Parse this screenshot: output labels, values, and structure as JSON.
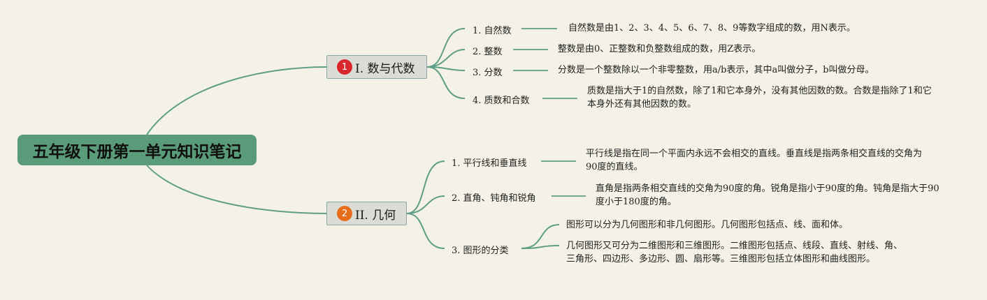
{
  "root": {
    "title": "五年级下册第一单元知识笔记"
  },
  "branches": [
    {
      "badge": "1",
      "title": "I. 数与代数",
      "topics": [
        {
          "label": "1. 自然数",
          "desc": "自然数是由1、2、3、4、5、6、7、8、9等数字组成的数，用N表示。"
        },
        {
          "label": "2. 整数",
          "desc": "整数是由0、正整数和负整数组成的数，用Z表示。"
        },
        {
          "label": "3. 分数",
          "desc": "分数是一个整数除以一个非零整数，用a/b表示，其中a叫做分子，b叫做分母。"
        },
        {
          "label": "4. 质数和合数",
          "desc": "质数是指大于1的自然数，除了1和它本身外，没有其他因数的数。合数是指除了1和它本身外还有其他因数的数。"
        }
      ]
    },
    {
      "badge": "2",
      "title": "II. 几何",
      "topics": [
        {
          "label": "1. 平行线和垂直线",
          "desc": "平行线是指在同一个平面内永远不会相交的直线。垂直线是指两条相交直线的交角为90度的直线。"
        },
        {
          "label": "2. 直角、钝角和锐角",
          "desc": "直角是指两条相交直线的交角为90度的角。锐角是指小于90度的角。钝角是指大于90度小于180度的角。"
        },
        {
          "label": "3. 图形的分类",
          "descs": [
            "图形可以分为几何图形和非几何图形。几何图形包括点、线、面和体。",
            "几何图形又可分为二维图形和三维图形。二维图形包括点、线段、直线、射线、角、三角形、四边形、多边形、圆、扇形等。三维图形包括立体图形和曲线图形。"
          ]
        }
      ]
    }
  ]
}
